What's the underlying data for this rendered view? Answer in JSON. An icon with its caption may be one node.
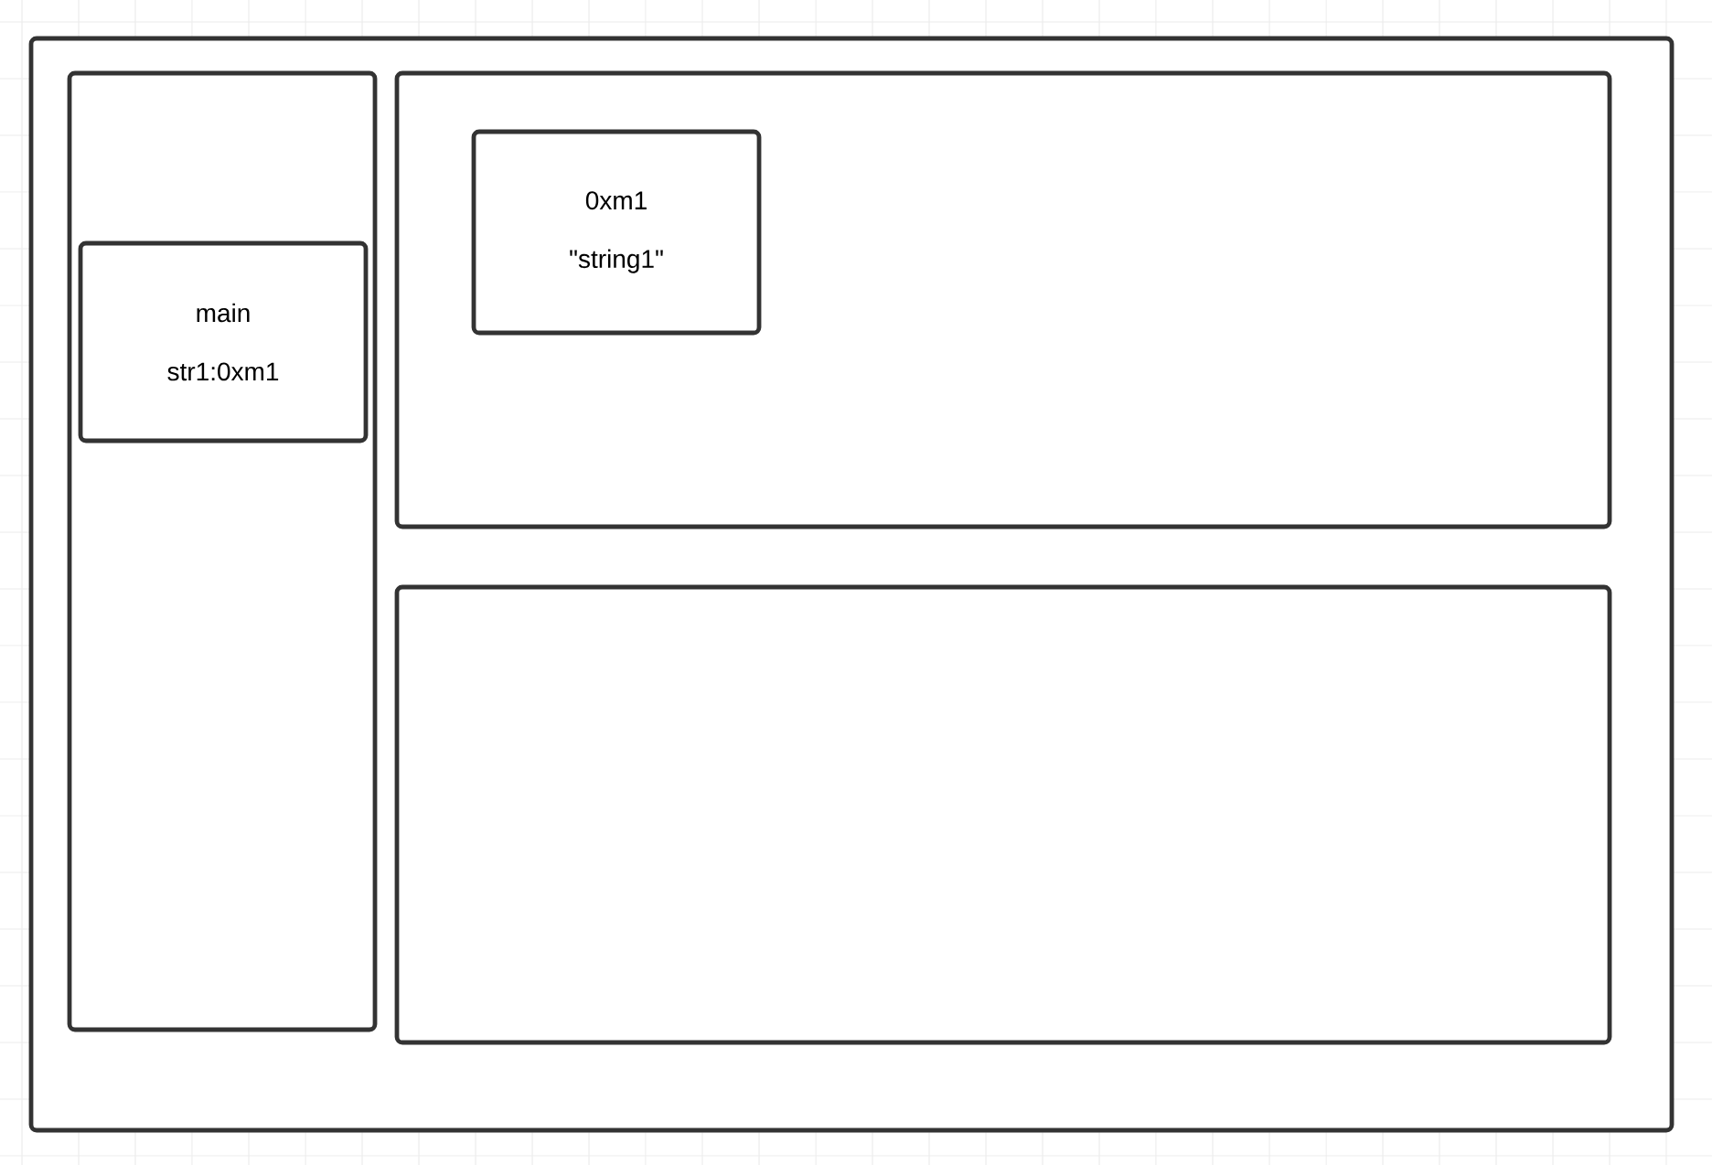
{
  "diagram": {
    "nodes": [
      {
        "text": [],
        "shape": "box"
      },
      {
        "text": [],
        "shape": "box",
        "in": 0
      },
      {
        "text": [
          "main",
          "str1:0xm1"
        ],
        "in": 1
      },
      {
        "text": [],
        "shape": "box",
        "in": 0
      },
      {
        "text": [
          "0xm1",
          "\"string1\""
        ],
        "in": 3
      },
      {
        "text": [],
        "shape": "box",
        "in": 0
      }
    ]
  }
}
